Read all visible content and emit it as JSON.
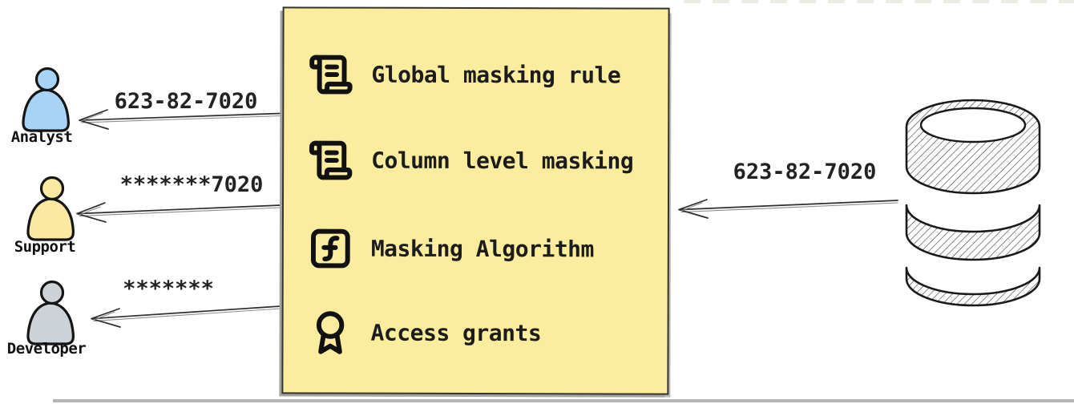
{
  "panel": {
    "fill": "#fbec9e",
    "items": [
      {
        "icon": "scroll-text-icon",
        "label": "Global masking rule"
      },
      {
        "icon": "scroll-text-icon",
        "label": "Column level masking"
      },
      {
        "icon": "function-square-icon",
        "label": "Masking Algorithm"
      },
      {
        "icon": "award-icon",
        "label": "Access grants"
      }
    ]
  },
  "actors": [
    {
      "id": "analyst",
      "label": "Analyst",
      "fill": "#a8d3f6",
      "arrow_label": "623-82-7020"
    },
    {
      "id": "support",
      "label": "Support",
      "fill": "#fbe9a2",
      "arrow_label": "*******7020"
    },
    {
      "id": "developer",
      "label": "Developer",
      "fill": "#ccd2d8",
      "arrow_label": "*******"
    }
  ],
  "database": {
    "arrow_label": "623-82-7020"
  },
  "colors": {
    "stroke": "#1a1a1a",
    "arrow": "#2e2e2e",
    "panel_fill": "#fbec9e",
    "hatch": "#3f3f3f"
  }
}
